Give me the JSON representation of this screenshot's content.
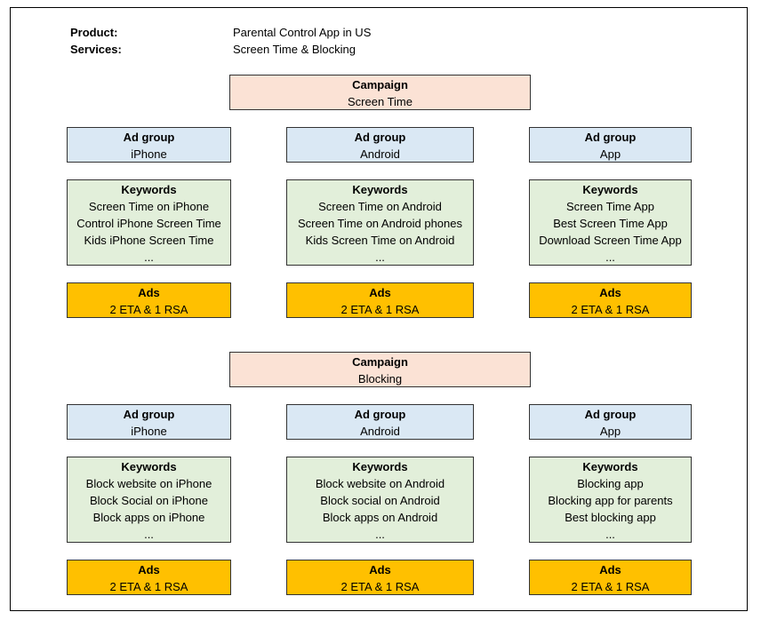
{
  "header": {
    "product_label": "Product:",
    "product_value": "Parental Control App in US",
    "services_label": "Services:",
    "services_value": "Screen Time & Blocking"
  },
  "campaigns": [
    {
      "title": "Campaign",
      "name": "Screen Time",
      "groups": [
        {
          "adgroup_title": "Ad group",
          "adgroup_name": "iPhone",
          "keywords_title": "Keywords",
          "keywords": [
            "Screen Time on iPhone",
            "Control iPhone Screen Time",
            "Kids iPhone Screen Time",
            "..."
          ],
          "ads_title": "Ads",
          "ads_value": "2 ETA & 1 RSA"
        },
        {
          "adgroup_title": "Ad group",
          "adgroup_name": "Android",
          "keywords_title": "Keywords",
          "keywords": [
            "Screen Time on Android",
            "Screen Time on Android phones",
            "Kids Screen Time on Android",
            "..."
          ],
          "ads_title": "Ads",
          "ads_value": "2 ETA & 1 RSA"
        },
        {
          "adgroup_title": "Ad group",
          "adgroup_name": "App",
          "keywords_title": "Keywords",
          "keywords": [
            "Screen Time App",
            "Best Screen Time App",
            "Download Screen Time App",
            "..."
          ],
          "ads_title": "Ads",
          "ads_value": "2 ETA & 1 RSA"
        }
      ]
    },
    {
      "title": "Campaign",
      "name": "Blocking",
      "groups": [
        {
          "adgroup_title": "Ad group",
          "adgroup_name": "iPhone",
          "keywords_title": "Keywords",
          "keywords": [
            "Block website on iPhone",
            "Block Social on iPhone",
            "Block apps on iPhone",
            "..."
          ],
          "ads_title": "Ads",
          "ads_value": "2 ETA & 1 RSA"
        },
        {
          "adgroup_title": "Ad group",
          "adgroup_name": "Android",
          "keywords_title": "Keywords",
          "keywords": [
            "Block website on Android",
            "Block social on Android",
            "Block apps on Android",
            "..."
          ],
          "ads_title": "Ads",
          "ads_value": "2 ETA & 1 RSA"
        },
        {
          "adgroup_title": "Ad group",
          "adgroup_name": "App",
          "keywords_title": "Keywords",
          "keywords": [
            "Blocking app",
            "Blocking app for parents",
            "Best blocking app",
            "..."
          ],
          "ads_title": "Ads",
          "ads_value": "2 ETA & 1 RSA"
        }
      ]
    }
  ],
  "colors": {
    "campaign": "#fbe2d5",
    "adgroup": "#dae8f4",
    "keywords": "#e2efda",
    "ads": "#ffc000"
  }
}
